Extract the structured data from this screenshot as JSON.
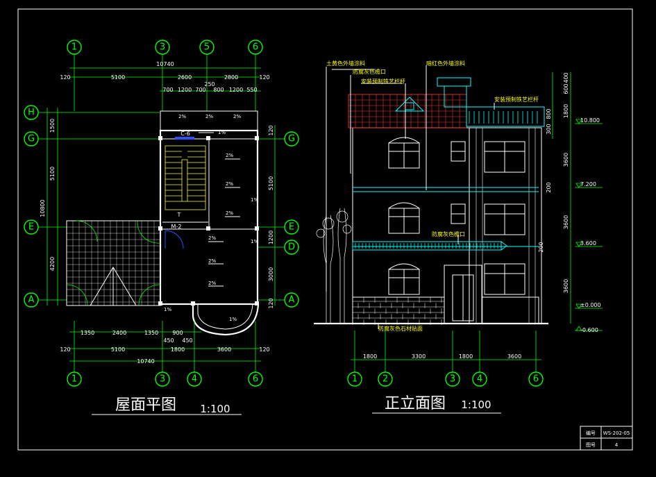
{
  "plan": {
    "title": "屋面平图",
    "scale": "1:100",
    "top_axes": [
      "1",
      "3",
      "5",
      "6"
    ],
    "bottom_axes": [
      "1",
      "3",
      "4",
      "6"
    ],
    "left_axes": [
      "H",
      "G",
      "E",
      "A"
    ],
    "right_axes": [
      "G",
      "E",
      "D",
      "A"
    ],
    "top_dims_row1": [
      "120",
      "5100",
      "2600",
      "2800",
      "120"
    ],
    "top_total": "10740",
    "top_dims_row2": [
      "700",
      "1200",
      "700",
      "800",
      "1200",
      "550"
    ],
    "top_small": "250",
    "left_dims": [
      "1500",
      "5100",
      "4200"
    ],
    "left_total": "10800",
    "right_dims": [
      "120",
      "5100",
      "1200",
      "3000",
      "120"
    ],
    "bottom_dims_row0": [
      "1350",
      "2400",
      "1350",
      "900"
    ],
    "bottom_dims_row0b": [
      "450",
      "450"
    ],
    "bottom_dims_row1": [
      "120",
      "5100",
      "1800",
      "3600",
      "120"
    ],
    "bottom_total": "10740",
    "labels": {
      "c6": "C-6",
      "m2": "M-2",
      "t": "T"
    },
    "slopes": [
      "2%",
      "2%",
      "2%",
      "1%",
      "2%",
      "2%",
      "2%",
      "1%",
      "2%",
      "2%",
      "2%",
      "1%",
      "1%",
      "1%"
    ]
  },
  "elevation": {
    "title": "正立面图",
    "scale": "1:100",
    "bottom_axes": [
      "1",
      "2",
      "3",
      "4",
      "6"
    ],
    "bottom_dims": [
      "1800",
      "3300",
      "1800",
      "3600"
    ],
    "notes": {
      "n1": "土黄色外墙涂料",
      "n2": "暗红色外墙涂料",
      "n3": "防腐灰色檐口",
      "n4": "安装预制铁艺栏杆",
      "n5": "安装预制铁艺栏杆",
      "n6": "防腐灰色檐口",
      "n7": "防腐灰色石材贴面"
    },
    "levels": [
      "10.800",
      "7.200",
      "3.600",
      "±0.000",
      "-0.600"
    ],
    "right_dims": [
      "600",
      "400",
      "1800",
      "300",
      "800",
      "3600",
      "200",
      "3600",
      "200",
      "3600"
    ]
  },
  "titleblock": {
    "r1c1": "编号",
    "r1c2": "WS-202-05",
    "r2c1": "图号",
    "r2c2": "4"
  }
}
